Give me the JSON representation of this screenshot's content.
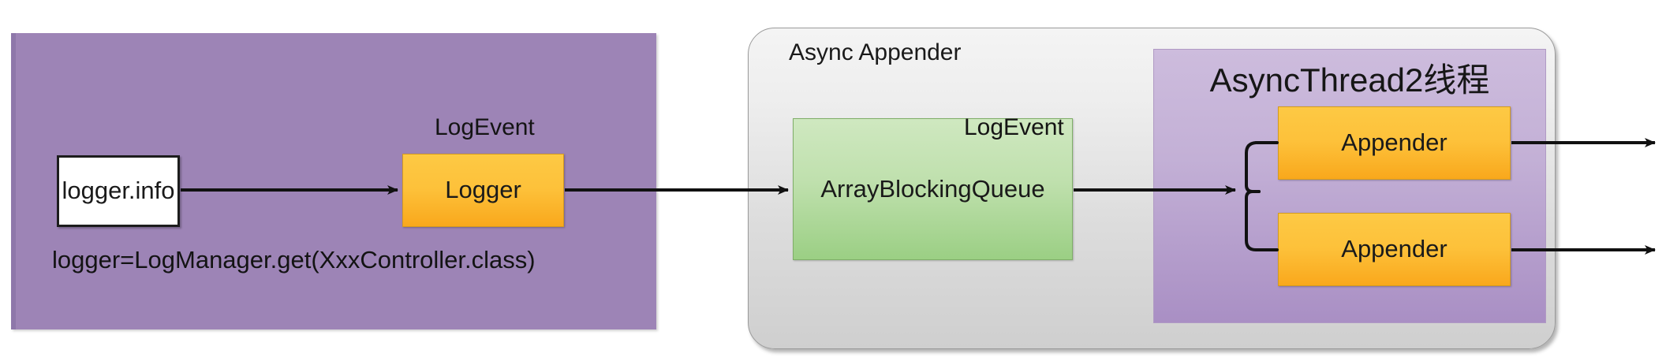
{
  "diagram": {
    "title": "Log4j2 Async Appender flow",
    "colors": {
      "panel_left_purple": "#9d84b6",
      "panel_gray": "#e4e4e4",
      "panel_thread_purple": "#c3b0d6",
      "node_yellow": "#fdc13a",
      "node_green": "#9bcf84",
      "node_white": "#ffffff",
      "stroke_black": "#111111"
    }
  },
  "left_panel": {
    "name": "application-thread-panel",
    "entry_box": {
      "label": "logger.info"
    },
    "logger_box": {
      "label": "Logger"
    },
    "caption": "logger=LogManager.get(XxxController.class)",
    "arrow_entry_to_logger": {
      "label": ""
    }
  },
  "async_appender": {
    "title": "Async Appender",
    "queue_box": {
      "label": "ArrayBlockingQueue"
    }
  },
  "thread_panel": {
    "title": "AsyncThread2线程",
    "appenders": [
      {
        "label": "Appender"
      },
      {
        "label": "Appender"
      }
    ]
  },
  "edges": [
    {
      "name": "logger-to-queue",
      "label": "LogEvent"
    },
    {
      "name": "queue-to-thread",
      "label": "LogEvent"
    }
  ]
}
